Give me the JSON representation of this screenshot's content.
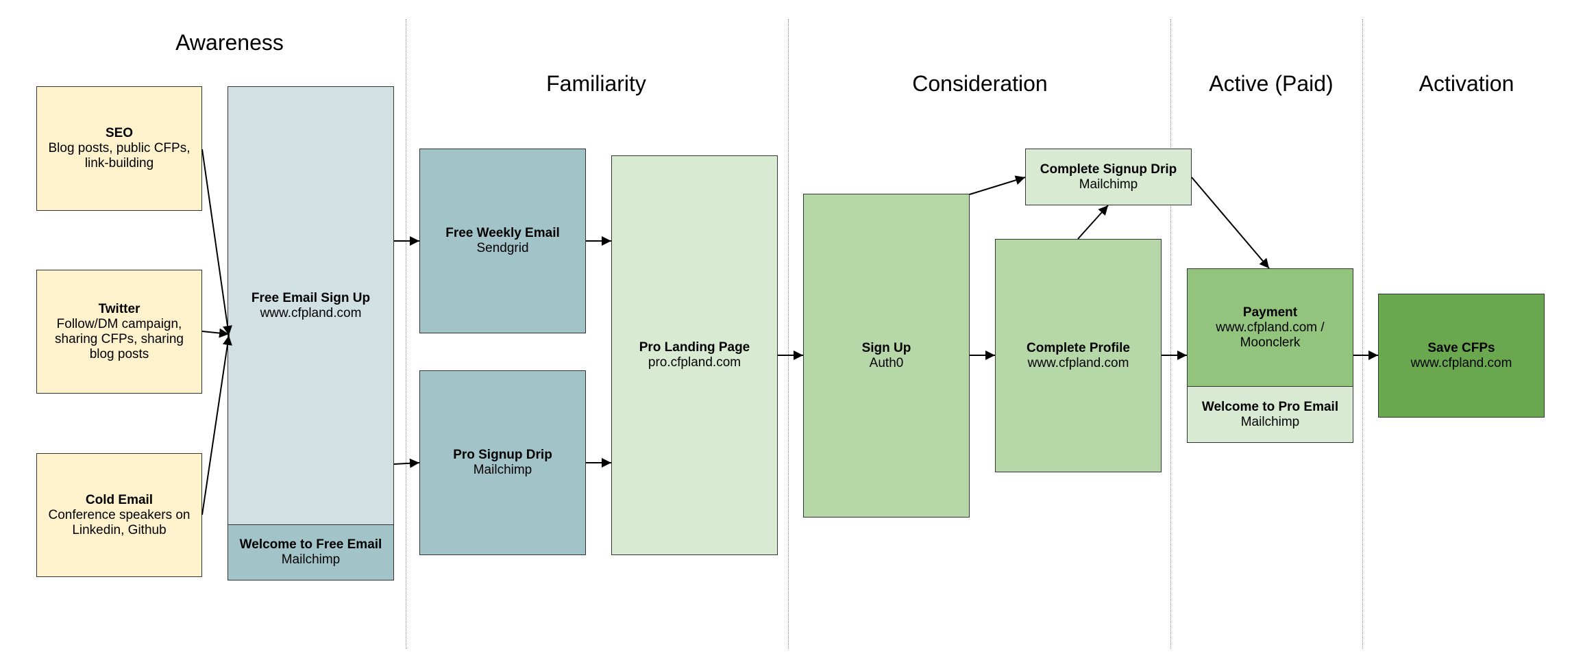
{
  "stages": {
    "awareness": "Awareness",
    "familiarity": "Familiarity",
    "consideration": "Consideration",
    "active_paid": "Active (Paid)",
    "activation": "Activation"
  },
  "nodes": {
    "seo": {
      "title": "SEO",
      "subtitle": "Blog posts, public CFPs, link-building"
    },
    "twitter": {
      "title": "Twitter",
      "subtitle": "Follow/DM campaign, sharing CFPs, sharing blog posts"
    },
    "cold_email": {
      "title": "Cold Email",
      "subtitle": "Conference speakers on Linkedin, Github"
    },
    "free_email_signup": {
      "title": "Free Email Sign Up",
      "subtitle": "www.cfpland.com"
    },
    "welcome_free_email": {
      "title": "Welcome to Free Email",
      "subtitle": "Mailchimp"
    },
    "free_weekly_email": {
      "title": "Free Weekly Email",
      "subtitle": "Sendgrid"
    },
    "pro_signup_drip": {
      "title": "Pro Signup Drip",
      "subtitle": "Mailchimp"
    },
    "pro_landing_page": {
      "title": "Pro Landing Page",
      "subtitle": "pro.cfpland.com"
    },
    "sign_up": {
      "title": "Sign Up",
      "subtitle": "Auth0"
    },
    "complete_signup_drip": {
      "title": "Complete Signup Drip",
      "subtitle": "Mailchimp"
    },
    "complete_profile": {
      "title": "Complete Profile",
      "subtitle": "www.cfpland.com"
    },
    "payment": {
      "title": "Payment",
      "subtitle": "www.cfpland.com / Moonclerk"
    },
    "welcome_pro_email": {
      "title": "Welcome to Pro Email",
      "subtitle": "Mailchimp"
    },
    "save_cfps": {
      "title": "Save CFPs",
      "subtitle": "www.cfpland.com"
    }
  },
  "colors": {
    "awareness_source": "#fff2cc",
    "free_signup": "#d0e0e3",
    "teal_email": "#a2c4c9",
    "light_green": "#d9ead3",
    "mid_green": "#b6d7a8",
    "green": "#93c47d",
    "dark_green": "#6aa84f",
    "line": "#000000"
  }
}
